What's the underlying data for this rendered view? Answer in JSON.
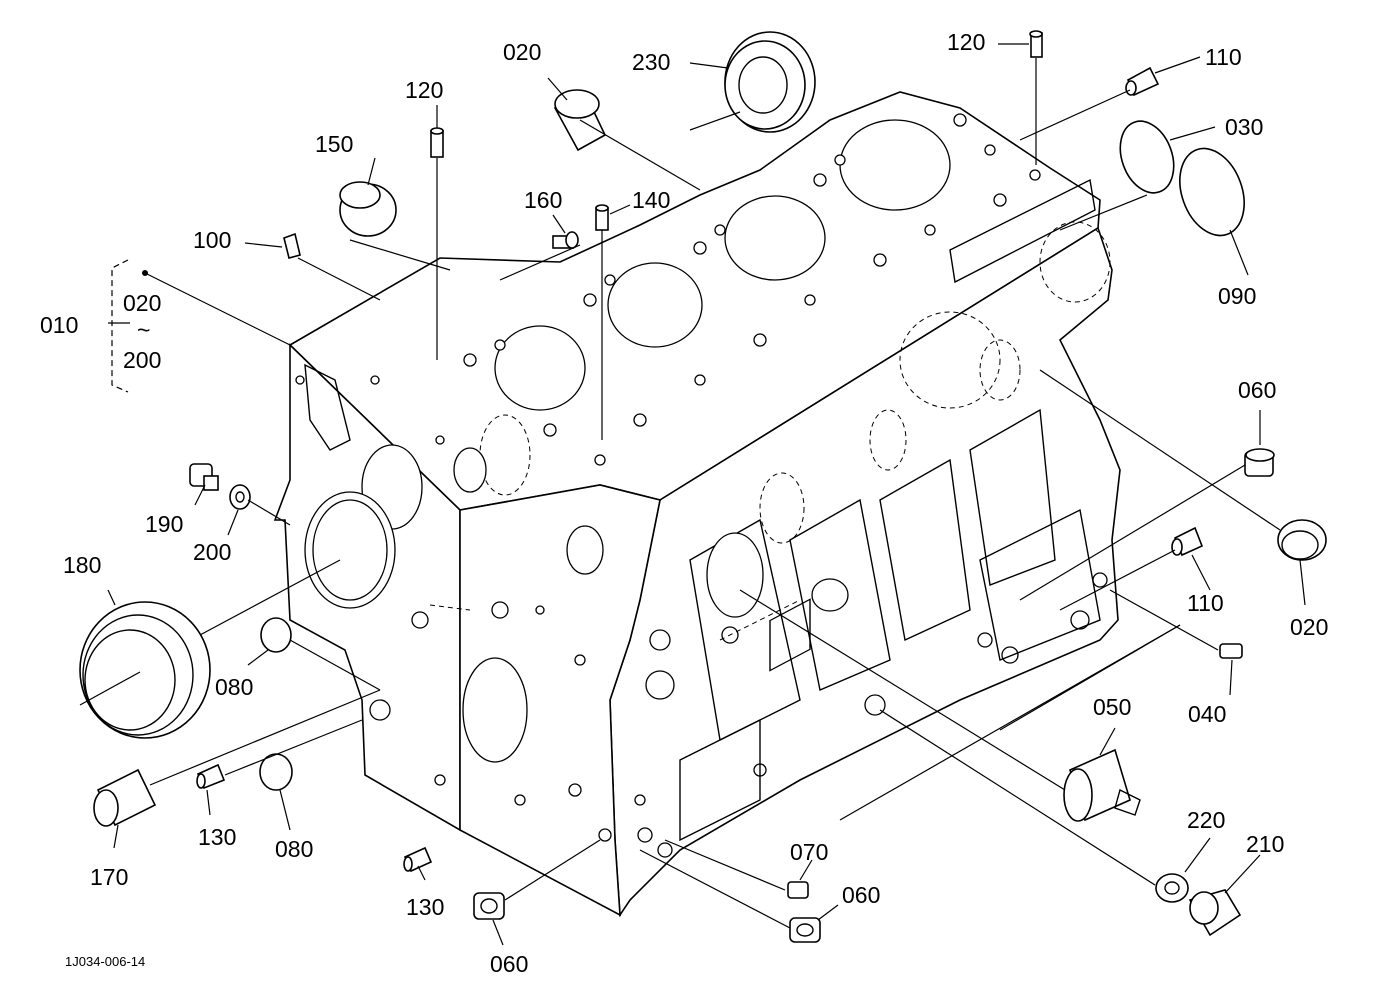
{
  "drawing": {
    "code": "1J034-006-14",
    "assembly": {
      "number": "010",
      "range_top": "020",
      "range_sep": "~",
      "range_bottom": "200"
    }
  },
  "callouts": [
    {
      "id": "c230",
      "text": "230"
    },
    {
      "id": "c020a",
      "text": "020"
    },
    {
      "id": "c120a",
      "text": "120"
    },
    {
      "id": "c110a",
      "text": "110"
    },
    {
      "id": "c120b",
      "text": "120"
    },
    {
      "id": "c150",
      "text": "150"
    },
    {
      "id": "c160",
      "text": "160"
    },
    {
      "id": "c140",
      "text": "140"
    },
    {
      "id": "c100",
      "text": "100"
    },
    {
      "id": "c030",
      "text": "030"
    },
    {
      "id": "c090",
      "text": "090"
    },
    {
      "id": "c060a",
      "text": "060"
    },
    {
      "id": "c020b",
      "text": "020"
    },
    {
      "id": "c110b",
      "text": "110"
    },
    {
      "id": "c040",
      "text": "040"
    },
    {
      "id": "c190",
      "text": "190"
    },
    {
      "id": "c200",
      "text": "200"
    },
    {
      "id": "c180",
      "text": "180"
    },
    {
      "id": "c080a",
      "text": "080"
    },
    {
      "id": "c080b",
      "text": "080"
    },
    {
      "id": "c130a",
      "text": "130"
    },
    {
      "id": "c170",
      "text": "170"
    },
    {
      "id": "c130b",
      "text": "130"
    },
    {
      "id": "c060b",
      "text": "060"
    },
    {
      "id": "c070",
      "text": "070"
    },
    {
      "id": "c060c",
      "text": "060"
    },
    {
      "id": "c050",
      "text": "050"
    },
    {
      "id": "c220",
      "text": "220"
    },
    {
      "id": "c210",
      "text": "210"
    }
  ]
}
